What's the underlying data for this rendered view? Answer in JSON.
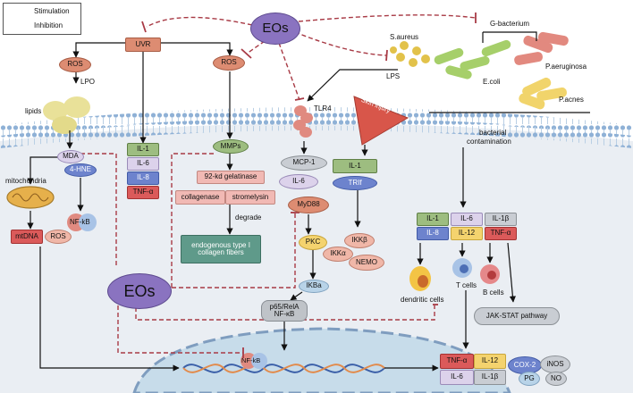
{
  "legend": {
    "stimulation": "Stimulation",
    "inhibition": "Inhibition"
  },
  "eos_top": "EOs",
  "eos_bottom": "EOs",
  "uvr": "UVR",
  "ros_left": "ROS",
  "ros_right": "ROS",
  "lpo": "LPO",
  "lipids": "lipids",
  "mda": "MDA",
  "hne": "4-HNE",
  "nfkb_left": "NF-kB",
  "mitochondria": "mitochondria",
  "mtdna": "mtDNA",
  "ros_mito": "ROS",
  "il1": "IL-1",
  "il6": "IL-6",
  "il8": "IL-8",
  "tnfa": "TNF-α",
  "mmps": "MMPs",
  "gelatinase": "92-kd gelatinase",
  "collagenase": "collagenase",
  "stromelysin": "stromelysin",
  "degrade": "degrade",
  "collagen": "endogenous type I collagen fibers",
  "s_aureus": "S.aureus",
  "g_bacterium": "G-bacterium",
  "p_aeruginosa": "P.aeruginosa",
  "e_coli": "E.coli",
  "p_acnes": "P.acnes",
  "lps": "LPS",
  "tlr4": "TLR4",
  "skin_injury": "Skin injury",
  "mcp1": "MCP-1",
  "il1_mid": "IL-1",
  "il6_mid": "IL-6",
  "trif": "TRIf",
  "myd88": "MyD88",
  "pkc": "PKC",
  "ikka": "IKKα",
  "ikkb": "IKKβ",
  "nemo": "NEMO",
  "ikba": "IKBa",
  "p65_line1": "p65/RelA",
  "p65_line2": "NF-κB",
  "bacterial_line1": "bacterial",
  "bacterial_line2": "contamination",
  "r_il1": "IL-1",
  "r_il6": "IL-6",
  "r_il1b": "IL-1β",
  "r_il8": "IL-8",
  "r_il12": "IL-12",
  "r_tnfa": "TNF-α",
  "dendritic": "dendritic cells",
  "tcells": "T cells",
  "bcells": "B cells",
  "jakstat": "JAK-STAT pathway",
  "nfkb_nucleus": "NF-kB",
  "o_tnfa": "TNF-α",
  "o_il12": "IL-12",
  "o_il6": "IL-6",
  "o_il1b": "IL-1β",
  "cox2": "COX-2",
  "inos": "iNOS",
  "pg": "PG",
  "no": "NO",
  "colors": {
    "eos": "#8a73c0",
    "inhibition": "#a83a45",
    "membrane": "#8fb1d6",
    "cytoplasm": "#eaeef3",
    "nucleus": "#c7dcea"
  }
}
